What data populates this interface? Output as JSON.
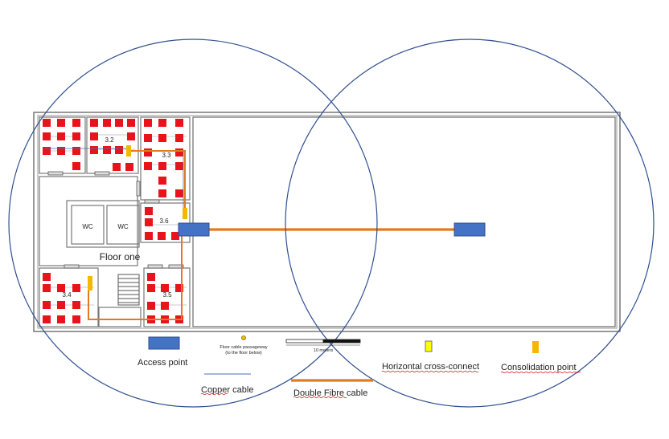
{
  "floor": {
    "name": "Floor one",
    "wc_labels": [
      "WC",
      "WC"
    ],
    "rooms": [
      {
        "id": "room-top-left",
        "label": ""
      },
      {
        "id": "room-3-2",
        "label": "3.2"
      },
      {
        "id": "room-3-3",
        "label": "3.3"
      },
      {
        "id": "room-3-6",
        "label": "3.6"
      },
      {
        "id": "room-3-4",
        "label": "3.4"
      },
      {
        "id": "room-3-5",
        "label": "3.5"
      }
    ]
  },
  "legend": {
    "access_point": "Access point",
    "copper_cable": "Copper cable",
    "double_fibre_cable": "Double Fibre cable",
    "horizontal_cross_connect": "Horizontal cross-connect",
    "consolidation_point": "Consolidation point",
    "floor_cable_passageway_line1": "Floor cable passageway",
    "floor_cable_passageway_line2": "(to the floor below)",
    "scale_label": "10 meters"
  },
  "colors": {
    "workstation": "#e8141b",
    "access_point": "#4472c4",
    "fibre_cable": "#e07b20",
    "copper_cable": "#4a6fb5",
    "coverage_circle": "#2f4f8f",
    "horizontal_cross_connect": "#ffff00",
    "consolidation_point": "#f5b800",
    "walls": "#666666"
  }
}
